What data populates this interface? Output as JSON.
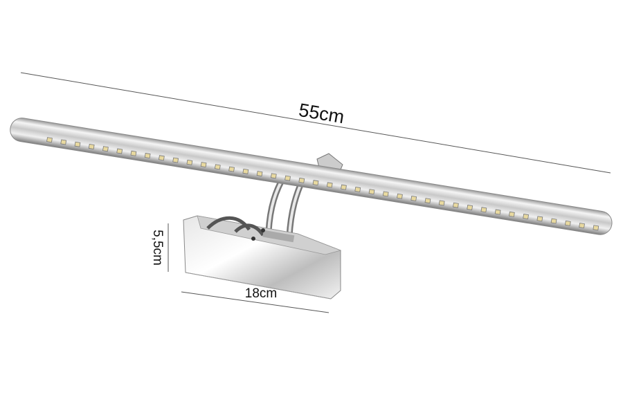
{
  "product": {
    "dimensions": {
      "length_label": "55cm",
      "base_width_label": "18cm",
      "base_height_label": "5,5cm"
    }
  },
  "colors": {
    "line": "#333333",
    "chrome_light": "#f2f2f2",
    "chrome_dark": "#8a8a8a",
    "led": "#e8d9a0"
  }
}
